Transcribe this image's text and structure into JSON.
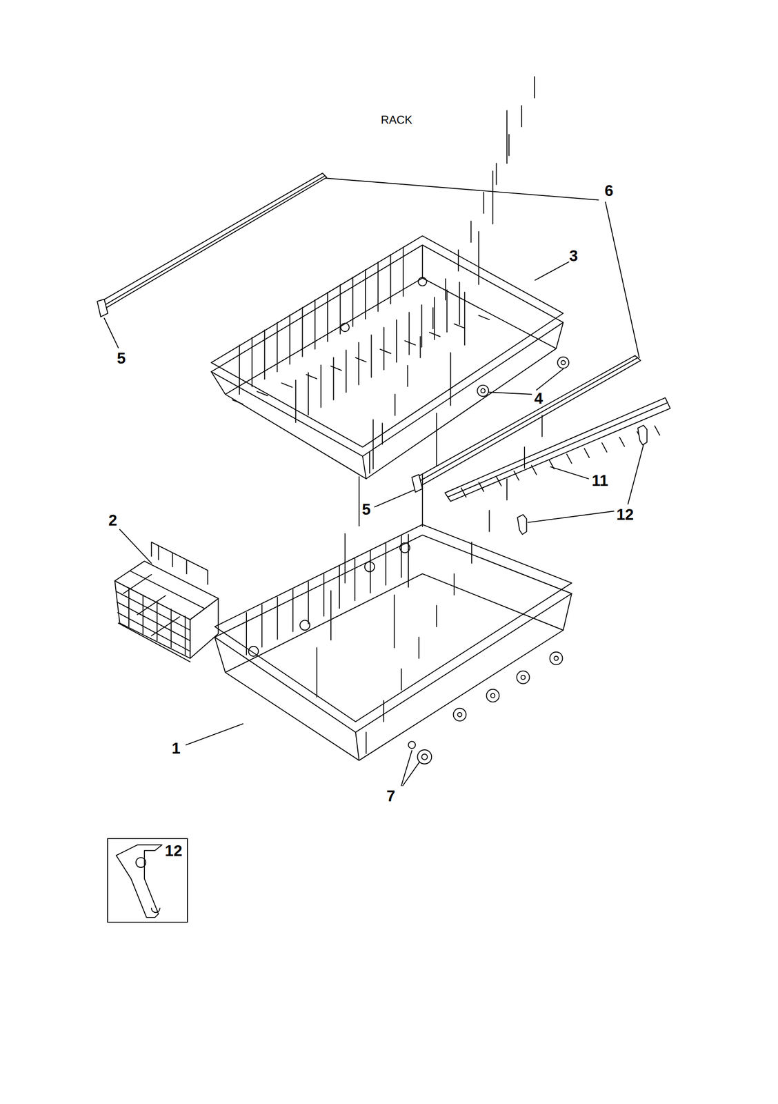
{
  "diagram": {
    "title": "RACK",
    "nodes": [
      {
        "text": [
          "12"
        ]
      }
    ],
    "edges": [],
    "labels": [
      "6",
      "3",
      "5",
      "4",
      "5",
      "11",
      "12",
      "2",
      "1",
      "7"
    ]
  }
}
